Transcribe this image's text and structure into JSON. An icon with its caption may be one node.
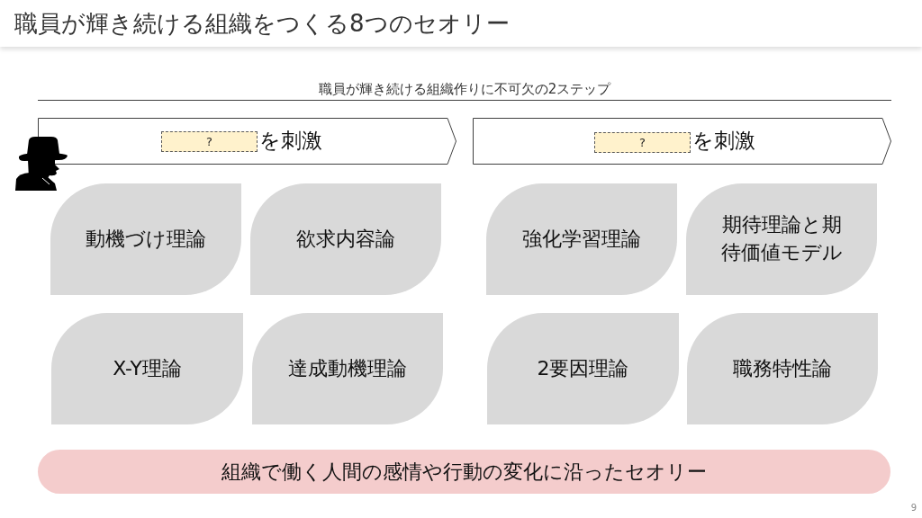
{
  "diagram": {
    "title": "職員が輝き続ける組織をつくる8つのセオリー",
    "nodes": [
      {
        "text": [
          "を刺激"
        ]
      },
      {
        "text": [
          "?"
        ],
        "in": 0
      },
      {
        "text": [
          "を刺激"
        ]
      },
      {
        "text": [
          "?"
        ],
        "in": 2
      },
      {
        "text": [
          "動機づけ理論"
        ]
      },
      {
        "text": [
          "欲求内容論"
        ]
      },
      {
        "text": [
          "強化学習理論"
        ]
      },
      {
        "text": [
          "期待理論と期待価値モデル"
        ]
      },
      {
        "text": [
          "X-Y理論"
        ]
      },
      {
        "text": [
          "達成動機理論"
        ]
      },
      {
        "text": [
          "2要因理論"
        ]
      },
      {
        "text": [
          "職務特性論"
        ]
      },
      {
        "text": [
          "組織で働く人間の感情や行動の変化に沿ったセオリー"
        ]
      }
    ],
    "labels": [
      "職員が輝き続ける組織作りに不可欠の2ステップ",
      "9"
    ]
  }
}
